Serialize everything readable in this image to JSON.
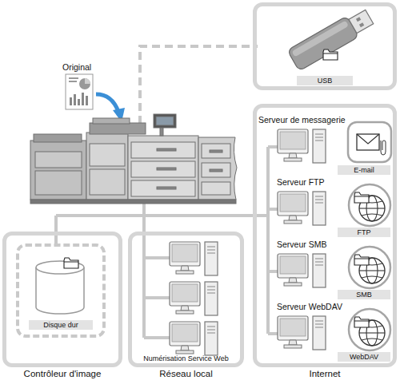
{
  "diagram": {
    "nodes": [
      {
        "text": [
          "USB"
        ]
      },
      {
        "text": [
          "Internet"
        ]
      },
      {
        "text": [
          "Serveur de messagerie",
          "E-mail"
        ],
        "in": 1
      },
      {
        "text": [
          "Serveur FTP",
          "FTP"
        ],
        "in": 1
      },
      {
        "text": [
          "Serveur SMB",
          "SMB"
        ],
        "in": 1
      },
      {
        "text": [
          "Serveur WebDAV",
          "WebDAV"
        ],
        "in": 1
      },
      {
        "text": [
          "Contrôleur d'image"
        ]
      },
      {
        "text": [
          "Disque dur"
        ],
        "in": 6
      },
      {
        "text": [
          "Réseau local"
        ]
      }
    ],
    "labels": [
      "Original",
      "Numérisation Service Web"
    ]
  }
}
